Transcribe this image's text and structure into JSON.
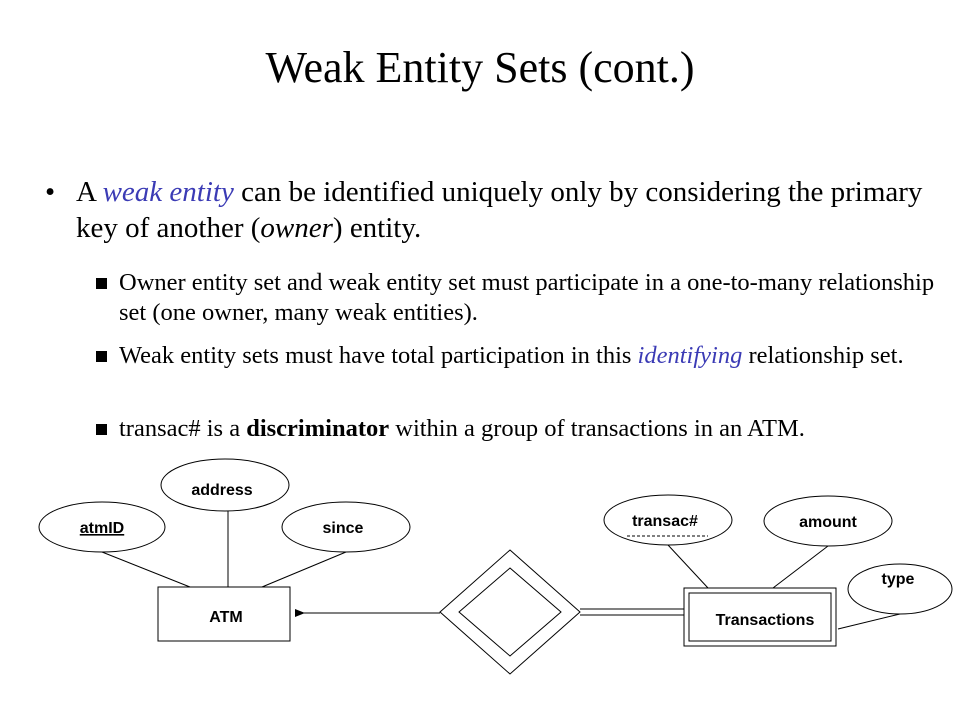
{
  "title": "Weak Entity Sets (cont.)",
  "bullet": {
    "symbol": "•",
    "before": "A ",
    "emphasis": "weak entity",
    "middle": " can be identified uniquely only by considering the primary key of another (",
    "owner": "owner",
    "after": ") entity."
  },
  "sub_bullets": [
    {
      "text": "Owner entity set and weak entity set must participate in a one-to-many relationship set (one owner, many weak entities)."
    },
    {
      "before": "Weak entity sets must have total participation in this ",
      "emphasis": "identifying",
      "after": " relationship set."
    },
    {
      "before": "transac# is a ",
      "bold": "discriminator",
      "after": " within a group of transactions in an ATM."
    }
  ],
  "diagram": {
    "entities": {
      "owner": "ATM",
      "weak": "Transactions"
    },
    "attributes": {
      "atmID": "atmID",
      "address": "address",
      "since": "since",
      "transac": "transac#",
      "amount": "amount",
      "type": "type"
    },
    "colors": {
      "emphasis": "#3b3bb5",
      "ink": "#000000"
    }
  }
}
